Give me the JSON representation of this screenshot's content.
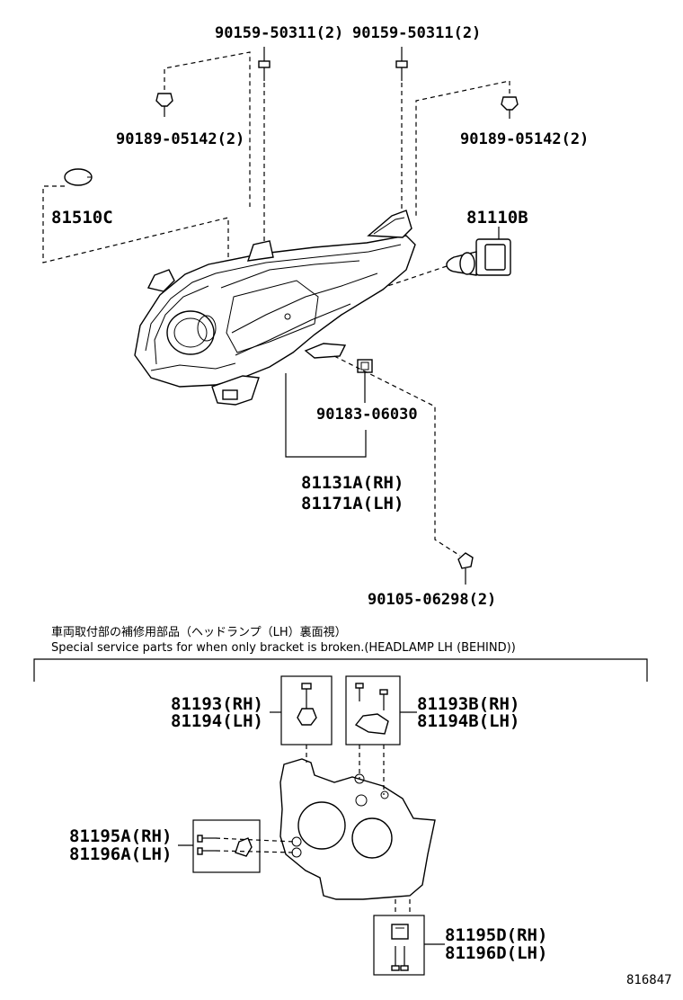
{
  "labels": {
    "screw_left": "90159-50311(2)",
    "screw_right": "90159-50311(2)",
    "clip_left": "90189-05142(2)",
    "clip_right": "90189-05142(2)",
    "bulb_small": "81510C",
    "bulb_main": "81110B",
    "nut": "90183-06030",
    "unit_rh": "81131A(RH)",
    "unit_lh": "81171A(LH)",
    "bolt": "90105-06298(2)",
    "kit1_rh": "81193(RH)",
    "kit1_lh": "81194(LH)",
    "kit2_rh": "81193B(RH)",
    "kit2_lh": "81194B(LH)",
    "kit3_rh": "81195A(RH)",
    "kit3_lh": "81196A(LH)",
    "kit4_rh": "81195D(RH)",
    "kit4_lh": "81196D(LH)"
  },
  "note": {
    "japanese": "車両取付部の補修用部品（ヘッドランプ（LH）裏面視）",
    "english": "Special service parts for when only bracket is broken.(HEADLAMP LH (BEHIND))"
  },
  "figure_number": "816847"
}
